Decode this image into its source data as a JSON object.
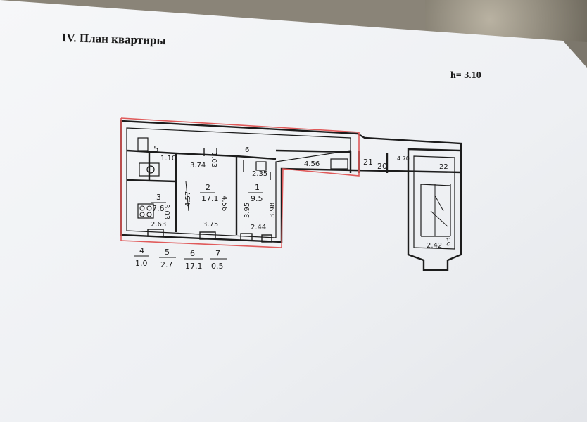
{
  "doc": {
    "title": "IV. План квартиры",
    "height_label": "h= 3.10"
  },
  "rooms": [
    {
      "number": "2",
      "area": "17.1"
    },
    {
      "number": "1",
      "area": "9.5"
    },
    {
      "number": "3",
      "area": "7.6"
    },
    {
      "number": "5"
    },
    {
      "number": "6"
    }
  ],
  "dimensions": {
    "d110": "1.10",
    "d103": "1.03",
    "d374": "3.74",
    "d235": "2.35",
    "d456a": "4.56",
    "d457": "4.57",
    "d456b": "4.56",
    "d303": "3.03",
    "d263": "2.63",
    "d375": "3.75",
    "d244": "2.44",
    "d395": "3.95",
    "d398": "3.98",
    "d21": "21",
    "d20": "20",
    "d470": "4.70",
    "d22": "22",
    "d242": "2.42",
    "d63": "63"
  },
  "legend": [
    {
      "number": "4",
      "area": "1.0"
    },
    {
      "number": "5",
      "area": "2.7"
    },
    {
      "number": "6",
      "area": "17.1"
    },
    {
      "number": "7",
      "area": "0.5"
    }
  ],
  "colors": {
    "paper": "#f3f4f6",
    "ink": "#1c1c1c",
    "outline": "#e05a5a"
  }
}
